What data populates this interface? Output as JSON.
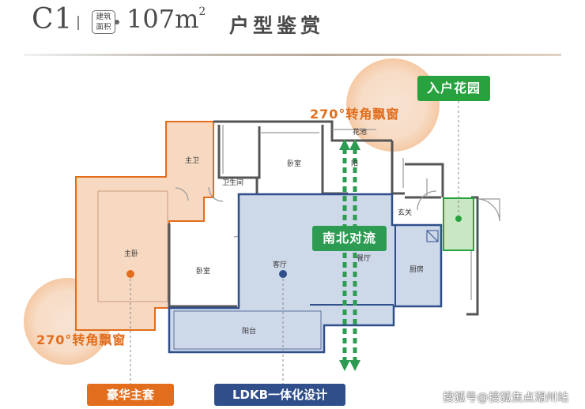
{
  "header": {
    "code": "C1",
    "badge_line1": "建筑",
    "badge_line2": "面积",
    "area": "107m",
    "area_sup": "2",
    "title": "户型鉴赏"
  },
  "rooms": {
    "master_bath": "主卫",
    "bath": "卫生间",
    "bedroom_top": "卧室",
    "planter": "花池",
    "master_bedroom": "主卧",
    "bedroom_left": "卧室",
    "living_room": "客厅",
    "dining_room": "餐厅",
    "kitchen": "厨房",
    "foyer": "玄关",
    "balcony": "阳台",
    "partial_label": "阳"
  },
  "callouts": {
    "bay_window_top": "270°转角飘窗",
    "bay_window_left": "270°转角飘窗",
    "entry_garden": "入户花园",
    "north_south": "南北对流",
    "luxury_suite": "豪华主套",
    "ldkb": "LDKB一体化设计"
  },
  "watermark": "搜狐号@搜狐焦点潮州站",
  "colors": {
    "orange": "#e26d1c",
    "orange_fill": "#f7d9c1",
    "blue": "#2f4e8a",
    "blue_fill": "#cdd8e9",
    "green": "#27a23f",
    "green_light": "#c9e7c2"
  }
}
